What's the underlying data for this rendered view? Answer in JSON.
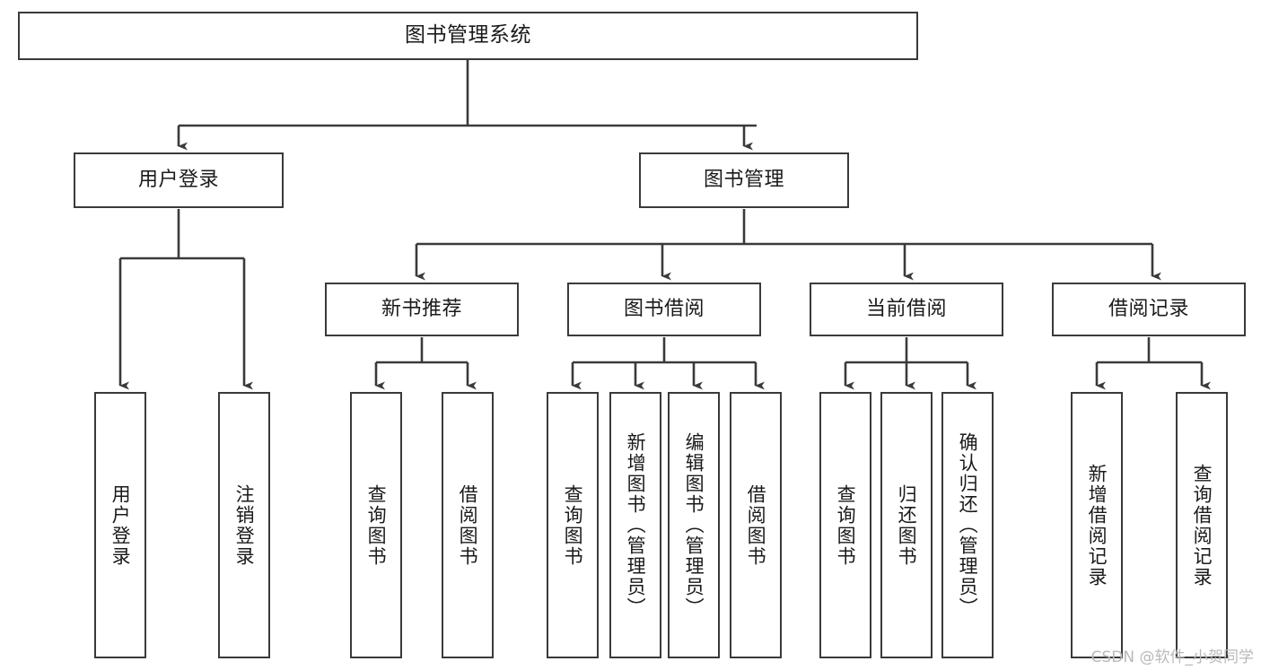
{
  "diagram": {
    "title": "图书管理系统",
    "type": "tree",
    "watermark": "CSDN @软件_小贺同学",
    "colors": {
      "node_border": "#3a3a3a",
      "node_fill": "#ffffff",
      "edge": "#3a3a3a",
      "text": "#1a1a1a",
      "watermark": "#b9b9b9",
      "background": "#ffffff"
    },
    "nodes": {
      "root": {
        "label": "图书管理系统"
      },
      "level2": [
        {
          "id": "user-login",
          "label": "用户登录"
        },
        {
          "id": "book-manage",
          "label": "图书管理"
        }
      ],
      "level3": [
        {
          "id": "new-book-recommend",
          "label": "新书推荐"
        },
        {
          "id": "book-borrow",
          "label": "图书借阅"
        },
        {
          "id": "current-borrow",
          "label": "当前借阅"
        },
        {
          "id": "borrow-record",
          "label": "借阅记录"
        }
      ],
      "leaves": {
        "user-login": [
          {
            "id": "leaf-user-login",
            "label": "用户登录"
          },
          {
            "id": "leaf-logout",
            "label": "注销登录"
          }
        ],
        "new-book-recommend": [
          {
            "id": "leaf-query-book-1",
            "label": "查询图书"
          },
          {
            "id": "leaf-borrow-book-1",
            "label": "借阅图书"
          }
        ],
        "book-borrow": [
          {
            "id": "leaf-query-book-2",
            "label": "查询图书"
          },
          {
            "id": "leaf-add-book",
            "label": "新增图书（管理员）"
          },
          {
            "id": "leaf-edit-book",
            "label": "编辑图书（管理员）"
          },
          {
            "id": "leaf-borrow-book-2",
            "label": "借阅图书"
          }
        ],
        "current-borrow": [
          {
            "id": "leaf-query-book-3",
            "label": "查询图书"
          },
          {
            "id": "leaf-return-book",
            "label": "归还图书"
          },
          {
            "id": "leaf-confirm-return",
            "label": "确认归还（管理员）"
          }
        ],
        "borrow-record": [
          {
            "id": "leaf-add-record",
            "label": "新增借阅记录"
          },
          {
            "id": "leaf-query-record",
            "label": "查询借阅记录"
          }
        ]
      }
    }
  }
}
